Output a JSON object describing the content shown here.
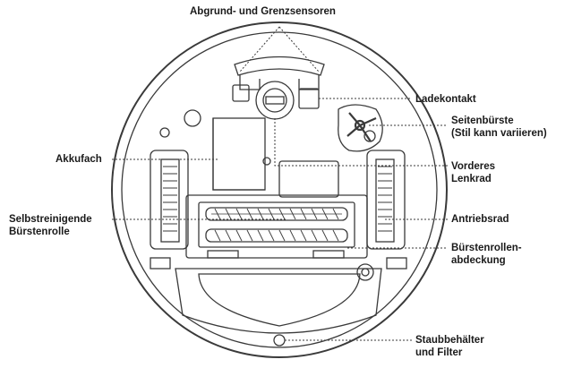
{
  "colors": {
    "line": "#3a3a3a",
    "fill": "#ffffff",
    "text": "#1a1a1a"
  },
  "labels": {
    "cliff_sensors": "Abgrund- und Grenzsensoren",
    "charging_contact": "Ladekontakt",
    "side_brush": [
      "Seitenbürste",
      "(Stil kann variieren)"
    ],
    "battery": "Akkufach",
    "front_wheel": [
      "Vorderes",
      "Lenkrad"
    ],
    "self_cleaning_roll": [
      "Selbstreinigende",
      "Bürstenrolle"
    ],
    "drive_wheel": "Antriebsrad",
    "roll_cover": [
      "Bürstenrollen-",
      "abdeckung"
    ],
    "bin_filter": [
      "Staubbehälter",
      "und Filter"
    ]
  }
}
